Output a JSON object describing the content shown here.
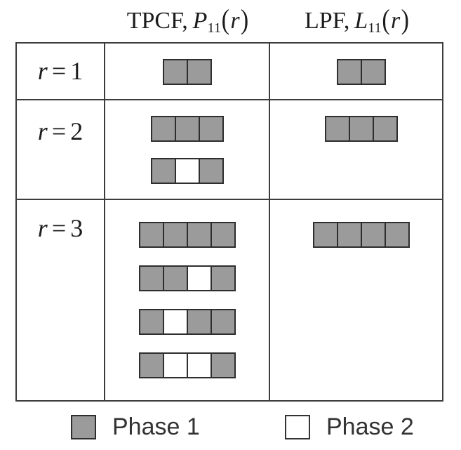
{
  "figure": {
    "columns": [
      {
        "id": "tpcf",
        "title_prefix": "TPCF,",
        "symbol": "P",
        "subscript": "11",
        "arg_open": "(",
        "arg_var": "r",
        "arg_close": ")"
      },
      {
        "id": "lpf",
        "title_prefix": "LPF,",
        "symbol": "L",
        "subscript": "11",
        "arg_open": "(",
        "arg_var": "r",
        "arg_close": ")"
      }
    ],
    "rows": [
      {
        "var": "r",
        "eq": "=",
        "value": "1",
        "tpcf": [
          [
            1,
            1
          ]
        ],
        "lpf": [
          [
            1,
            1
          ]
        ]
      },
      {
        "var": "r",
        "eq": "=",
        "value": "2",
        "tpcf": [
          [
            1,
            1,
            1
          ],
          [
            1,
            2,
            1
          ]
        ],
        "lpf": [
          [
            1,
            1,
            1
          ]
        ]
      },
      {
        "var": "r",
        "eq": "=",
        "value": "3",
        "tpcf": [
          [
            1,
            1,
            1,
            1
          ],
          [
            1,
            1,
            2,
            1
          ],
          [
            1,
            2,
            1,
            1
          ],
          [
            1,
            2,
            2,
            1
          ]
        ],
        "lpf": [
          [
            1,
            1,
            1,
            1
          ]
        ]
      }
    ],
    "legend": [
      {
        "phase": 1,
        "label": "Phase 1"
      },
      {
        "phase": 2,
        "label": "Phase 2"
      }
    ],
    "colors": {
      "phase1": "#9b9b9b",
      "phase2": "#ffffff",
      "square_border": "#2e2e2e",
      "grid_border": "#3c3c3c"
    }
  }
}
